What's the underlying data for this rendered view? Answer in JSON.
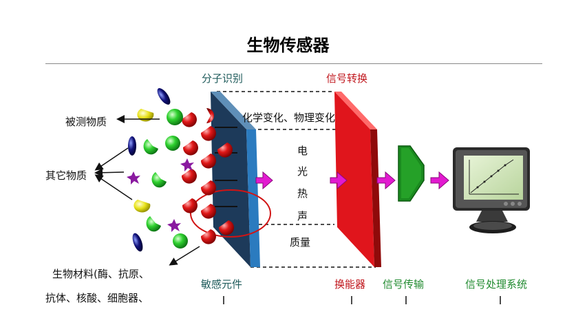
{
  "title": "生物传感器",
  "labels": {
    "molecular_recognition": "分子识别",
    "signal_conversion": "信号转换",
    "chem_phys_change": "化学变化、物理变化",
    "analyte": "被测物质",
    "other_substances": "其它物质",
    "bio_material_line1": "生物材料(酶、抗原、",
    "bio_material_line2": "抗体、核酸、细胞器、",
    "signals": [
      "电",
      "光",
      "热",
      "声",
      "质量"
    ],
    "sensitive_element": "敏感元件",
    "transducer": "换能器",
    "signal_transmission": "信号传输",
    "signal_processing": "信号处理系统"
  },
  "colors": {
    "sensitive_panel": "#1d3a5a",
    "transducer_panel": "#e0151c",
    "amplifier": "#1a8a1f",
    "arrow": "#e21ad0",
    "ellipse": "#d11414"
  }
}
